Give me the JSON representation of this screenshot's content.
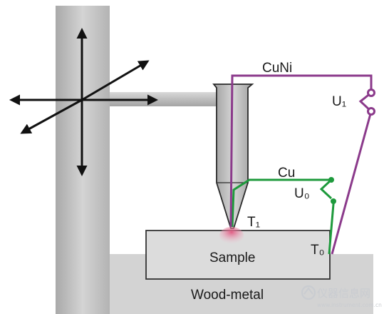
{
  "labels": {
    "cuni": "CuNi",
    "u1": "U₁",
    "cu": "Cu",
    "u0": "U₀",
    "t1": "T₁",
    "t0": "T₀",
    "sample": "Sample",
    "wood_metal": "Wood-metal"
  },
  "watermark": {
    "text": "仪器信息网",
    "url": "www.instrument.com.cn"
  },
  "colors": {
    "cuni_wire": "#8b3a8b",
    "cu_wire": "#1e9a3c",
    "column": "#c8c8c8",
    "block": "#dcdcdc",
    "base": "#d3d3d3",
    "arrow": "#111111",
    "hot_spot": "#e58aa8"
  },
  "icons": {
    "axes": "three-axis-arrows",
    "terminal": "contact-dot"
  }
}
